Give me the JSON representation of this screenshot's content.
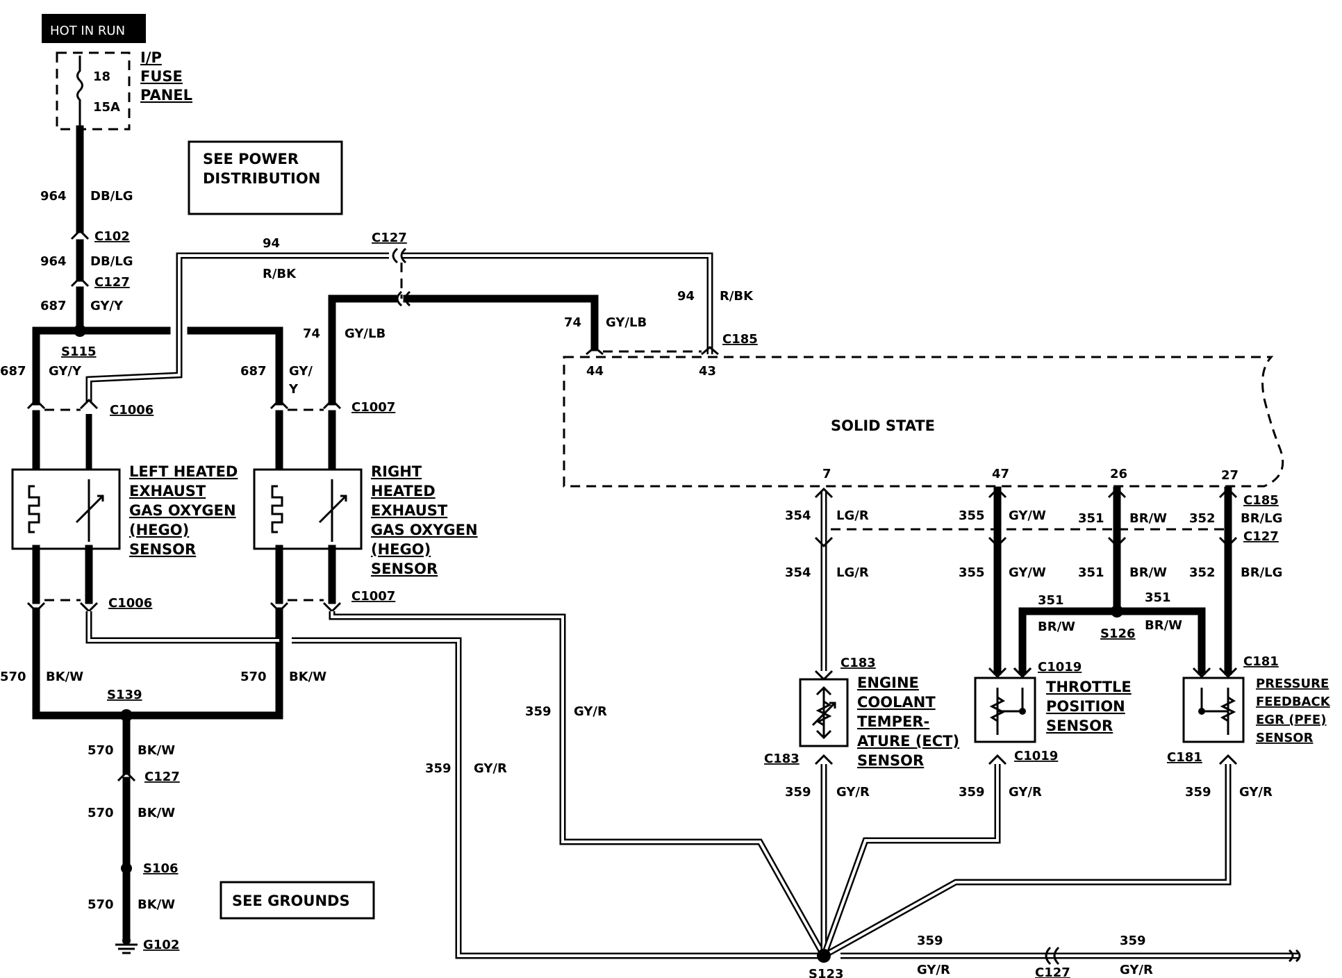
{
  "power": {
    "hot_in_run": "HOT IN RUN",
    "fuse_number": "18",
    "fuse_rating": "15A",
    "fuse_panel": [
      "I/P",
      "FUSE",
      "PANEL"
    ],
    "see_power": [
      "SEE POWER",
      "DISTRIBUTION"
    ],
    "see_grounds": "SEE GROUNDS"
  },
  "connectors": {
    "c102": "C102",
    "c127": "C127",
    "c185": "C185",
    "c1006": "C1006",
    "c1007": "C1007",
    "c183": "C183",
    "c1019": "C1019",
    "c181": "C181"
  },
  "splices": {
    "s115": "S115",
    "s139": "S139",
    "s106": "S106",
    "s126": "S126",
    "s123": "S123",
    "g102": "G102"
  },
  "wires": {
    "w964": "964",
    "dblg": "DB/LG",
    "w687": "687",
    "gyy": "GY/Y",
    "gy_slash": "GY/",
    "y": "Y",
    "w94": "94",
    "rbk": "R/BK",
    "w74": "74",
    "gylb": "GY/LB",
    "w570": "570",
    "bkw": "BK/W",
    "w359": "359",
    "gyr": "GY/R",
    "w354": "354",
    "lgr": "LG/R",
    "w355": "355",
    "gyw": "GY/W",
    "w351": "351",
    "brw": "BR/W",
    "w352": "352",
    "brlg": "BR/LG"
  },
  "module": {
    "name": "SOLID STATE",
    "pins": {
      "p44": "44",
      "p43": "43",
      "p7": "7",
      "p47": "47",
      "p26": "26",
      "p27": "27"
    }
  },
  "components": {
    "left_hego": [
      "LEFT HEATED",
      "EXHAUST",
      "GAS OXYGEN",
      "(HEGO)",
      "SENSOR"
    ],
    "right_hego": [
      "RIGHT",
      "HEATED",
      "EXHAUST",
      "GAS OXYGEN",
      "(HEGO)",
      "SENSOR"
    ],
    "ect": [
      "ENGINE",
      "COOLANT",
      "TEMPER-",
      "ATURE (ECT)",
      "SENSOR"
    ],
    "tps": [
      "THROTTLE",
      "POSITION",
      "SENSOR"
    ],
    "pfe": [
      "PRESSURE",
      "FEEDBACK",
      "EGR (PFE)",
      "SENSOR"
    ]
  }
}
